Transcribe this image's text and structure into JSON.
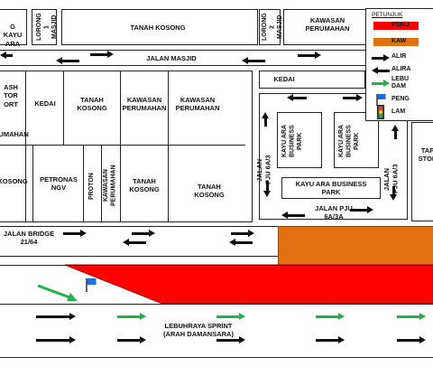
{
  "legend": {
    "title": "PETUNJUK",
    "items": [
      {
        "label": "PENU",
        "swatch": "#ff0000"
      },
      {
        "label": "KAW",
        "swatch": "#e07010"
      },
      {
        "label": "ALIR"
      },
      {
        "label": "ALIRA"
      },
      {
        "label": "LEBU\nDAM"
      },
      {
        "label": "PENG"
      },
      {
        "label": "LAM"
      }
    ]
  },
  "areas": {
    "lorong1": "LORONG 1\nMASJID",
    "lorong2": "LORONG 2\nMASJID",
    "kayu_ara_tl": "G KAYU\nARA",
    "tanah_kosong_top": "TANAH KOSONG",
    "kawasan_top": "KAWASAN\nPERUMAHAN",
    "kedai_right": "KEDAI",
    "ash_stor": "ASH\nTOR\nORT",
    "kedai_left": "KEDAI",
    "tanah_kosong_mid": "TANAH\nKOSONG",
    "kawasan_mid1": "KAWASAN\nPERUMAHAN",
    "kawasan_mid2": "KAWASAN\nPERUMAHAN",
    "pruman": "PRUMAHAN",
    "kosong_left": "KOSONG",
    "petronas": "PETRONAS\nNGV",
    "proton": "PROTON",
    "kawasan_perumahan_v": "KAWASAN\nPERUMAHAN",
    "tanah_kosong_low": "TANAH\nKOSONG",
    "tanah_kosong_right": "TANAH\nKOSONG",
    "kab1": "KAYU ARA\nBUSINESS\nPARK",
    "kab2": "KAYU ARA\nBUSINESS\nPARK",
    "kab3": "KAYU ARA BUSINESS\nPARK",
    "tap_stor": "TAP\nSTOR"
  },
  "roads": {
    "jalan_masjid": "JALAN MASJID",
    "jalan_pju_left": "JALAN\nPJU 6A/3",
    "jalan_pju_right": "JALAN\nPJU 6A/3",
    "jalan_pju_bottom": "JALAN PJU\n6A/3A",
    "jalan_bridge": "JALAN BRIDGE\n21/64",
    "lebuhraya": "LEBUHRAYA SPRINT\n(ARAH DAMANSARA)"
  },
  "colors": {
    "red": "#ff0000",
    "orange": "#e07010",
    "green": "#22b14c",
    "flag": "#1e6fd9"
  },
  "icons": [
    "flag-icon",
    "traffic-light-icon"
  ]
}
